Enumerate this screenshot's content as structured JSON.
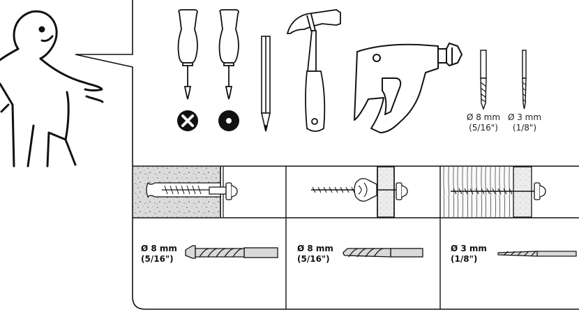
{
  "tools": {
    "drill_bit_large": {
      "size": "Ø 8 mm",
      "imperial": "(5/16\")"
    },
    "drill_bit_small": {
      "size": "Ø 3 mm",
      "imperial": "(1/8\")"
    }
  },
  "wall_types": [
    {
      "bit_size": "Ø 8 mm",
      "bit_imperial": "(5/16\")"
    },
    {
      "bit_size": "Ø 8 mm",
      "bit_imperial": "(5/16\")"
    },
    {
      "bit_size": "Ø 3 mm",
      "bit_imperial": "(1/8\")"
    }
  ]
}
